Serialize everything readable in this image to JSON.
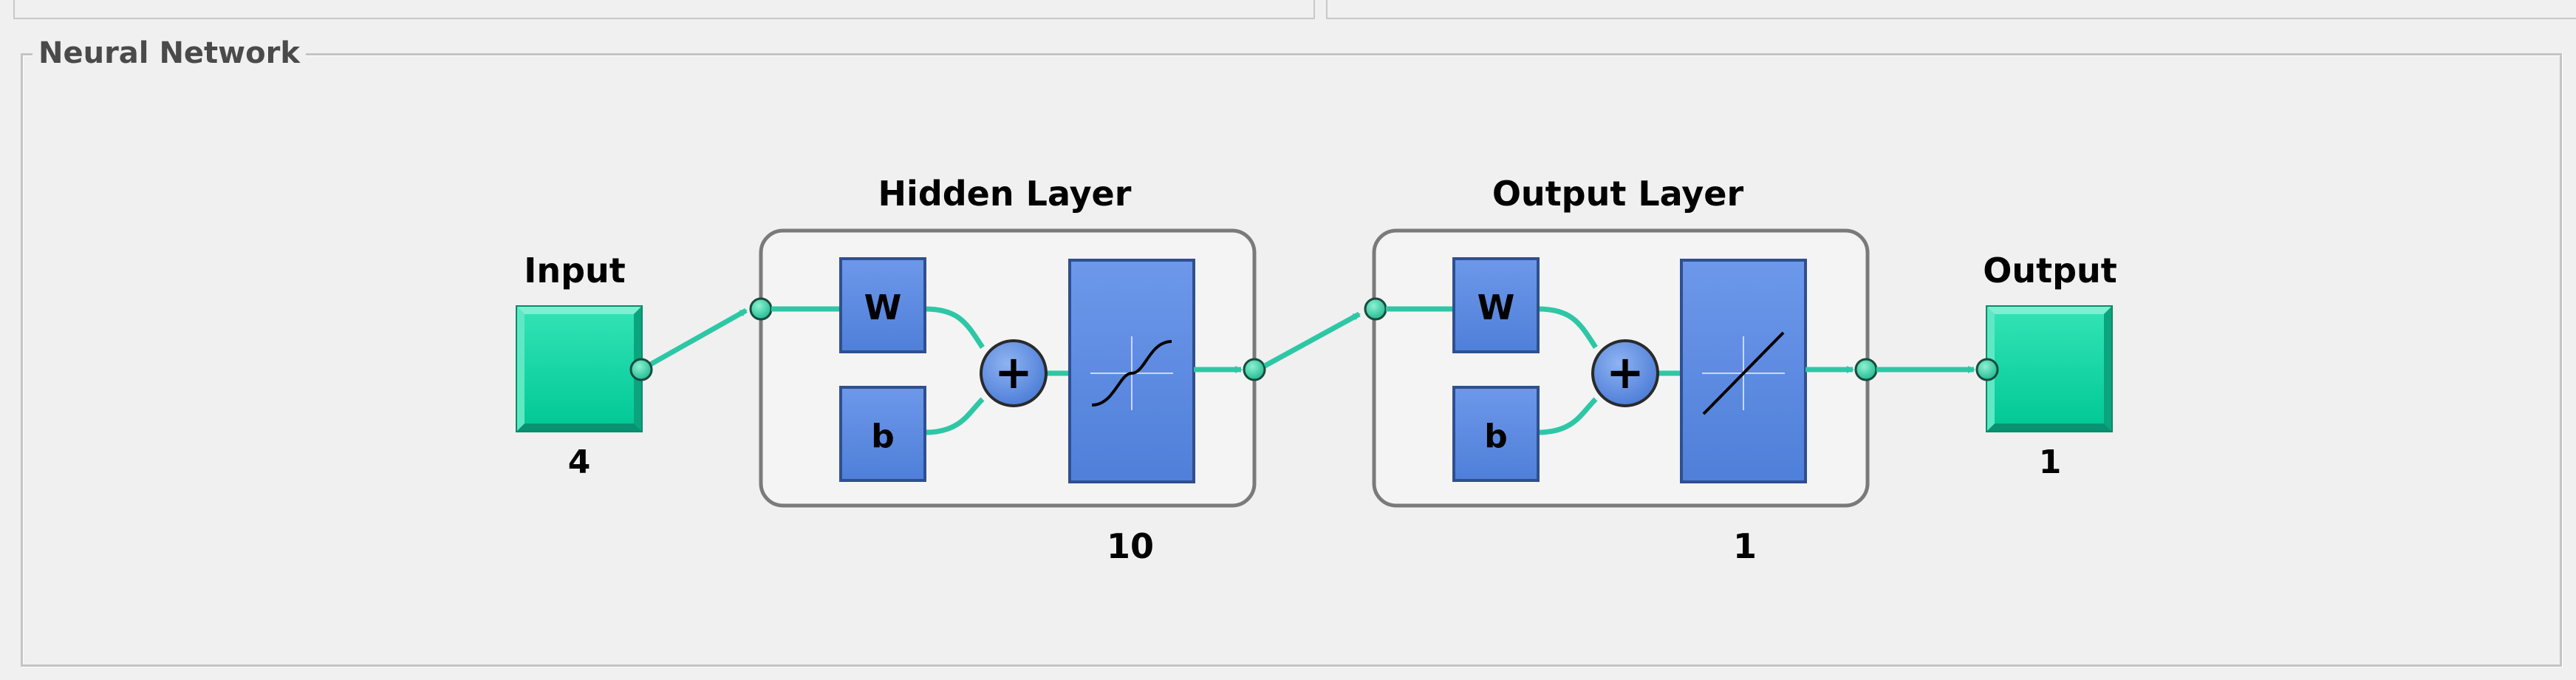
{
  "window": {
    "group_title": "Neural Network"
  },
  "network": {
    "input": {
      "label": "Input",
      "size": "4"
    },
    "hidden_layer": {
      "title": "Hidden Layer",
      "weight_label": "W",
      "bias_label": "b",
      "sum_symbol": "+",
      "transfer": "sigmoid-icon",
      "size": "10"
    },
    "output_layer": {
      "title": "Output Layer",
      "weight_label": "W",
      "bias_label": "b",
      "sum_symbol": "+",
      "transfer": "linear-icon",
      "size": "1"
    },
    "output": {
      "label": "Output",
      "size": "1"
    }
  },
  "colors": {
    "io_block": "#00d8a4",
    "weight_block": "#5b8be0",
    "connector": "#2ec7a6",
    "layer_border": "#808080"
  }
}
